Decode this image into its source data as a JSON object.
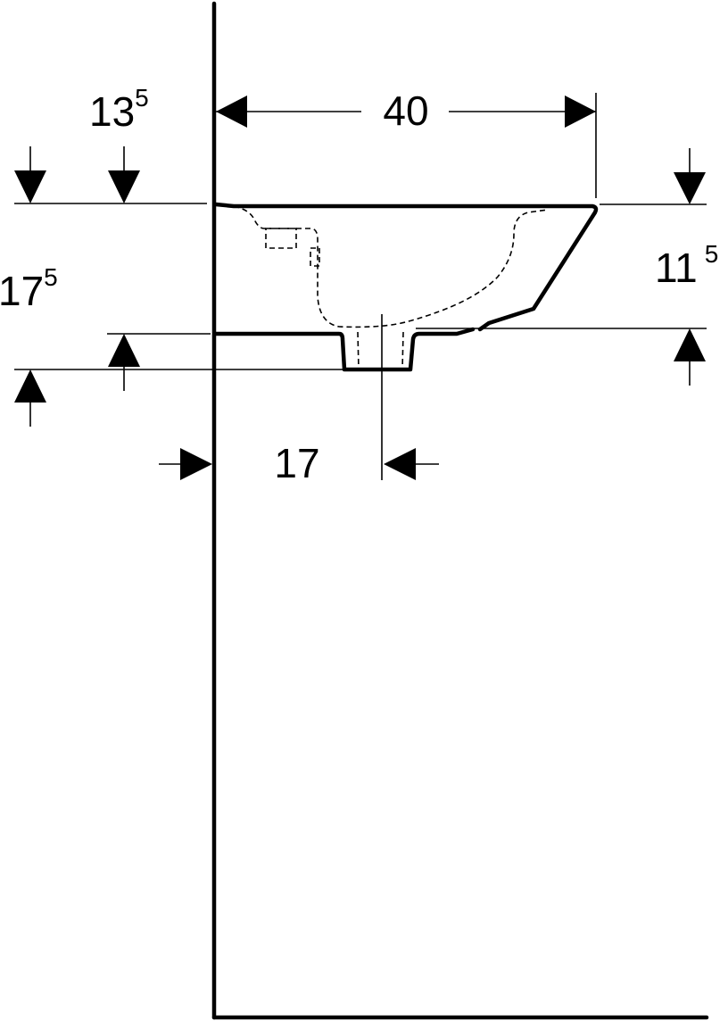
{
  "drawing": {
    "dimensions": {
      "width_top": {
        "value": "40"
      },
      "wall_offset": {
        "value": "13",
        "sup": "5"
      },
      "total_height": {
        "value": "17",
        "sup": "5"
      },
      "basin_height": {
        "value": "11",
        "sup": "5"
      },
      "drain_offset": {
        "value": "17"
      }
    }
  }
}
